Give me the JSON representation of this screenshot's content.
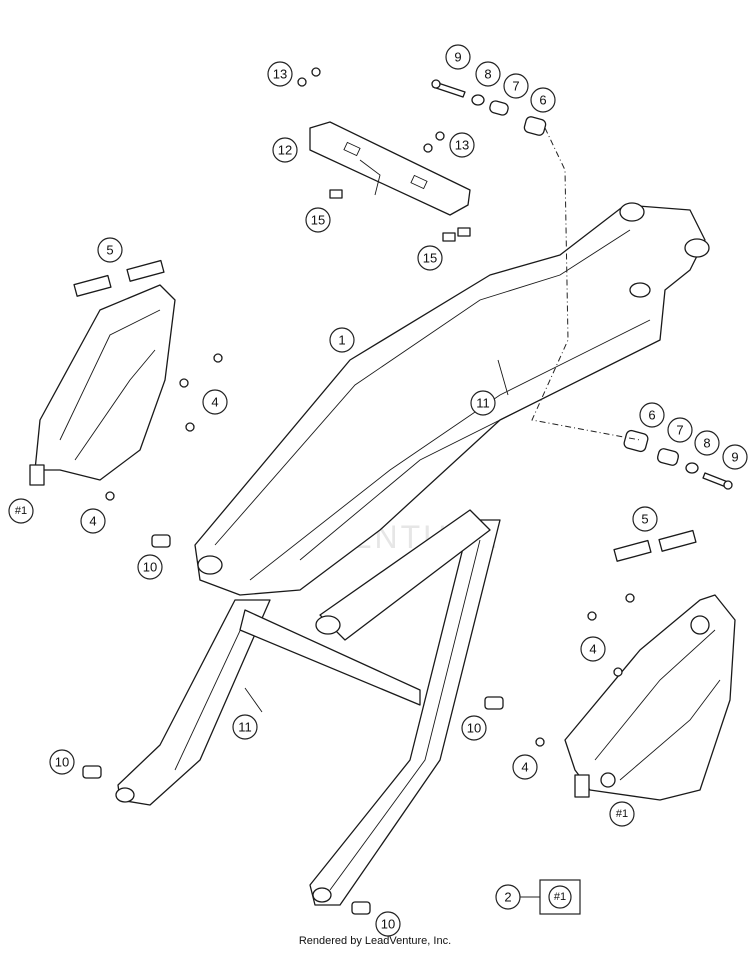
{
  "watermark": "LEADVENTURE",
  "footer": "Rendered by LeadVenture, Inc.",
  "callouts": {
    "c1": "1",
    "c2": "2",
    "c4a": "4",
    "c4b": "4",
    "c4c": "4",
    "c4d": "4",
    "c5a": "5",
    "c5b": "5",
    "c6a": "6",
    "c6b": "6",
    "c7a": "7",
    "c7b": "7",
    "c8a": "8",
    "c8b": "8",
    "c9a": "9",
    "c9b": "9",
    "c10a": "10",
    "c10b": "10",
    "c10c": "10",
    "c10d": "10",
    "c11a": "11",
    "c11b": "11",
    "c12": "12",
    "c13a": "13",
    "c13b": "13",
    "c15a": "15",
    "c15b": "15",
    "ref1a": "#1",
    "ref1b": "#1",
    "ref1box": "#1"
  }
}
